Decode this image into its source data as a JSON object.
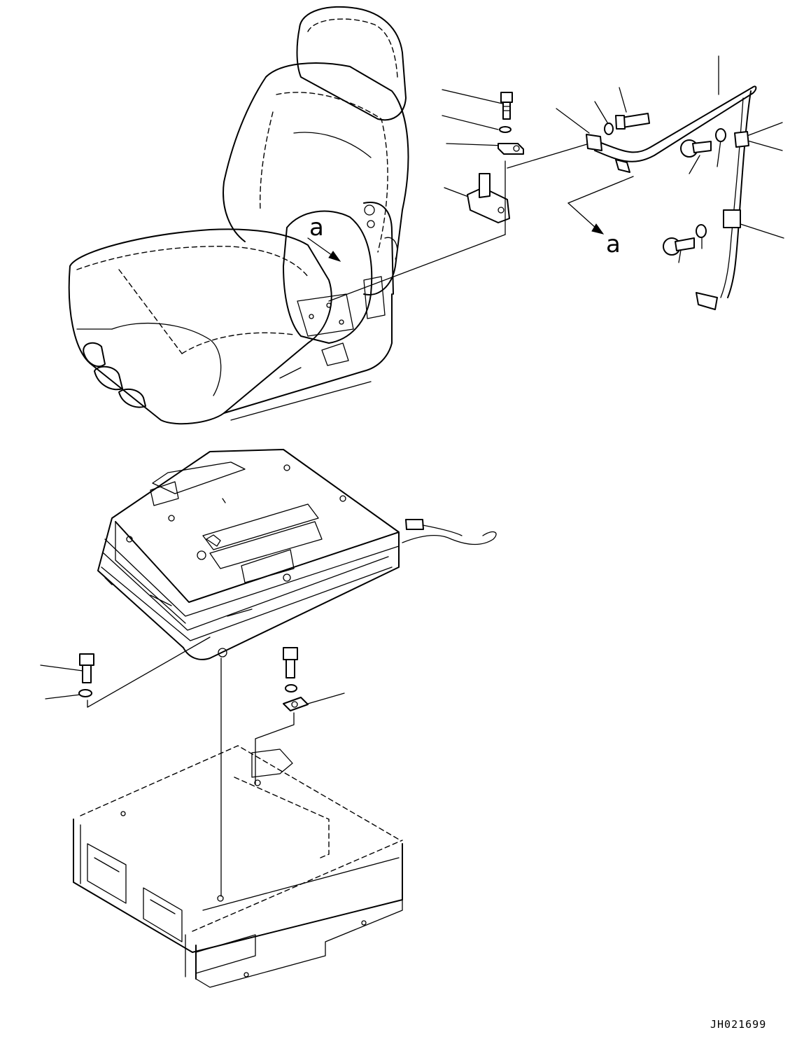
{
  "view_labels": {
    "seat_arrow": "a",
    "detail_arrow": "a"
  },
  "drawing_number": "JH021699",
  "icons": {
    "bolt": "hex-bolt-icon",
    "washer": "washer-icon",
    "clip": "clip-icon",
    "connector": "connector-icon"
  }
}
